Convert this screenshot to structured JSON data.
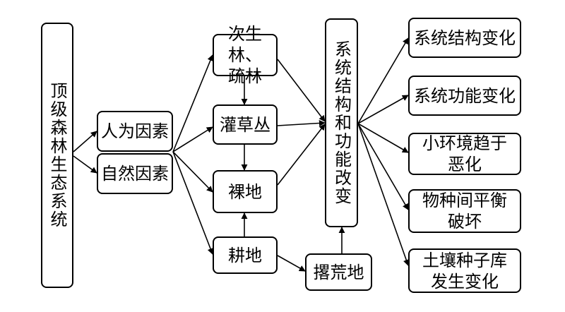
{
  "nodes": {
    "climax_forest": "顶级森林生态系统",
    "human_factor": "人为因素",
    "natural_factor": "自然因素",
    "secondary_forest": "次生林、\n疏林",
    "shrub": "灌草丛",
    "bare_land": "裸地",
    "farmland": "耕地",
    "abandoned_land": "撂荒地",
    "system_change": "系统结构和功能改变",
    "structure_change": "系统结构变化",
    "function_change": "系统功能变化",
    "micro_env": "小环境趋于\n恶化",
    "balance_broken": "物种间平衡\n破坏",
    "seed_bank": "土壤种子库\n发生变化"
  }
}
